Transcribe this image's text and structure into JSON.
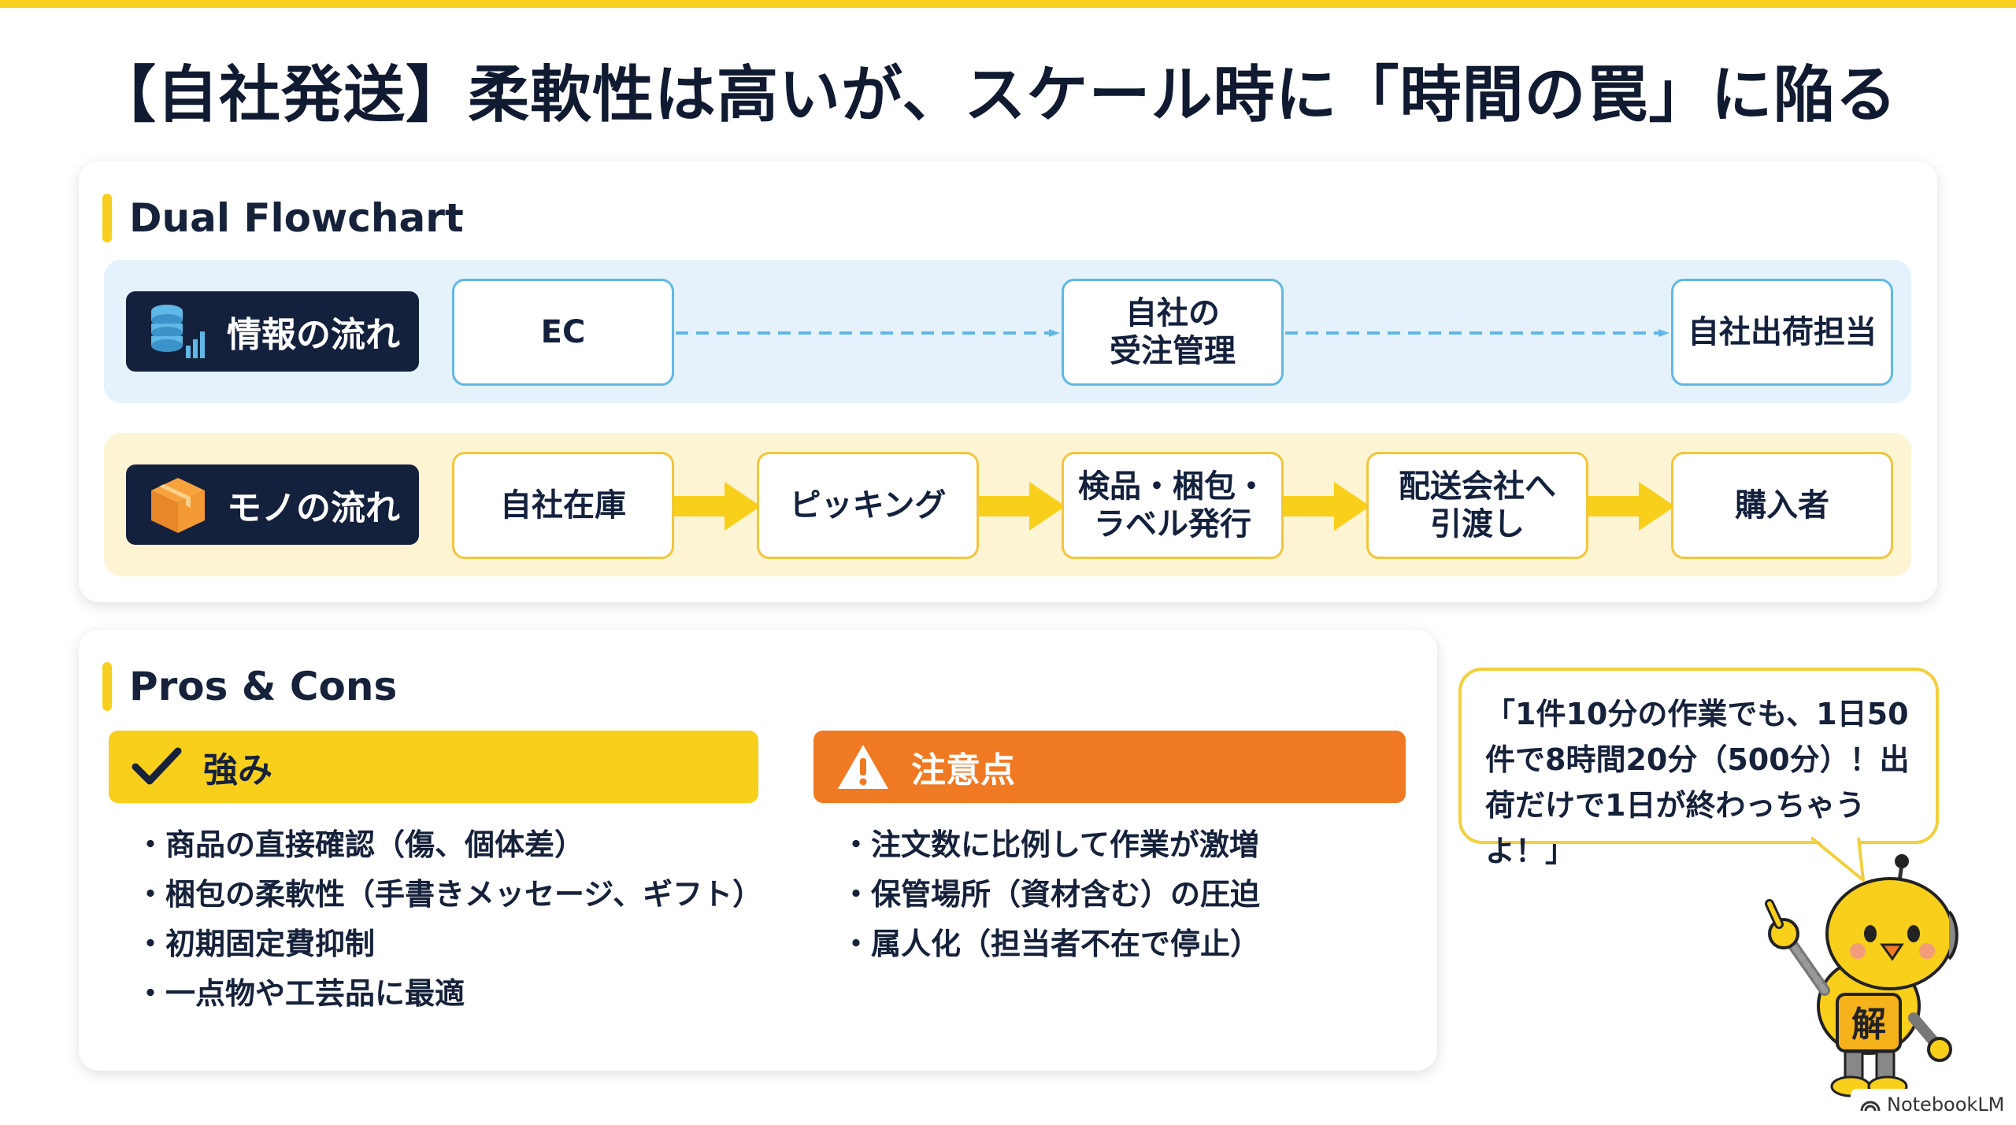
{
  "title": "【自社発送】柔軟性は高いが、スケール時に「時間の罠」に陥る",
  "flowchart": {
    "heading": "Dual Flowchart",
    "info_lane": {
      "label": "情報の流れ",
      "icon": "database-chart-icon",
      "nodes": [
        "EC",
        "自社の\n受注管理",
        "自社出荷担当"
      ]
    },
    "goods_lane": {
      "label": "モノの流れ",
      "icon": "box-icon",
      "nodes": [
        "自社在庫",
        "ピッキング",
        "検品・梱包・\nラベル発行",
        "配送会社へ\n引渡し",
        "購入者"
      ]
    }
  },
  "pros_cons": {
    "heading": "Pros & Cons",
    "pros": {
      "label": "強み",
      "icon": "checkmark-icon",
      "items": [
        "商品の直接確認（傷、個体差）",
        "梱包の柔軟性（手書きメッセージ、ギフト）",
        "初期固定費抑制",
        "一点物や工芸品に最適"
      ]
    },
    "cons": {
      "label": "注意点",
      "icon": "warning-icon",
      "items": [
        "注文数に比例して作業が激増",
        "保管場所（資材含む）の圧迫",
        "属人化（担当者不在で停止）"
      ]
    }
  },
  "speech_bubble": "「1件10分の作業でも、1日50件で8時間20分（500分）！出荷だけで1日が終わっちゃうよ！」",
  "mascot_badge": "解",
  "brand": "NotebookLM",
  "colors": {
    "accent_yellow": "#f7cf1e",
    "navy": "#14213d",
    "info_blue": "#5fb8e6",
    "warning_orange": "#f07a23"
  }
}
